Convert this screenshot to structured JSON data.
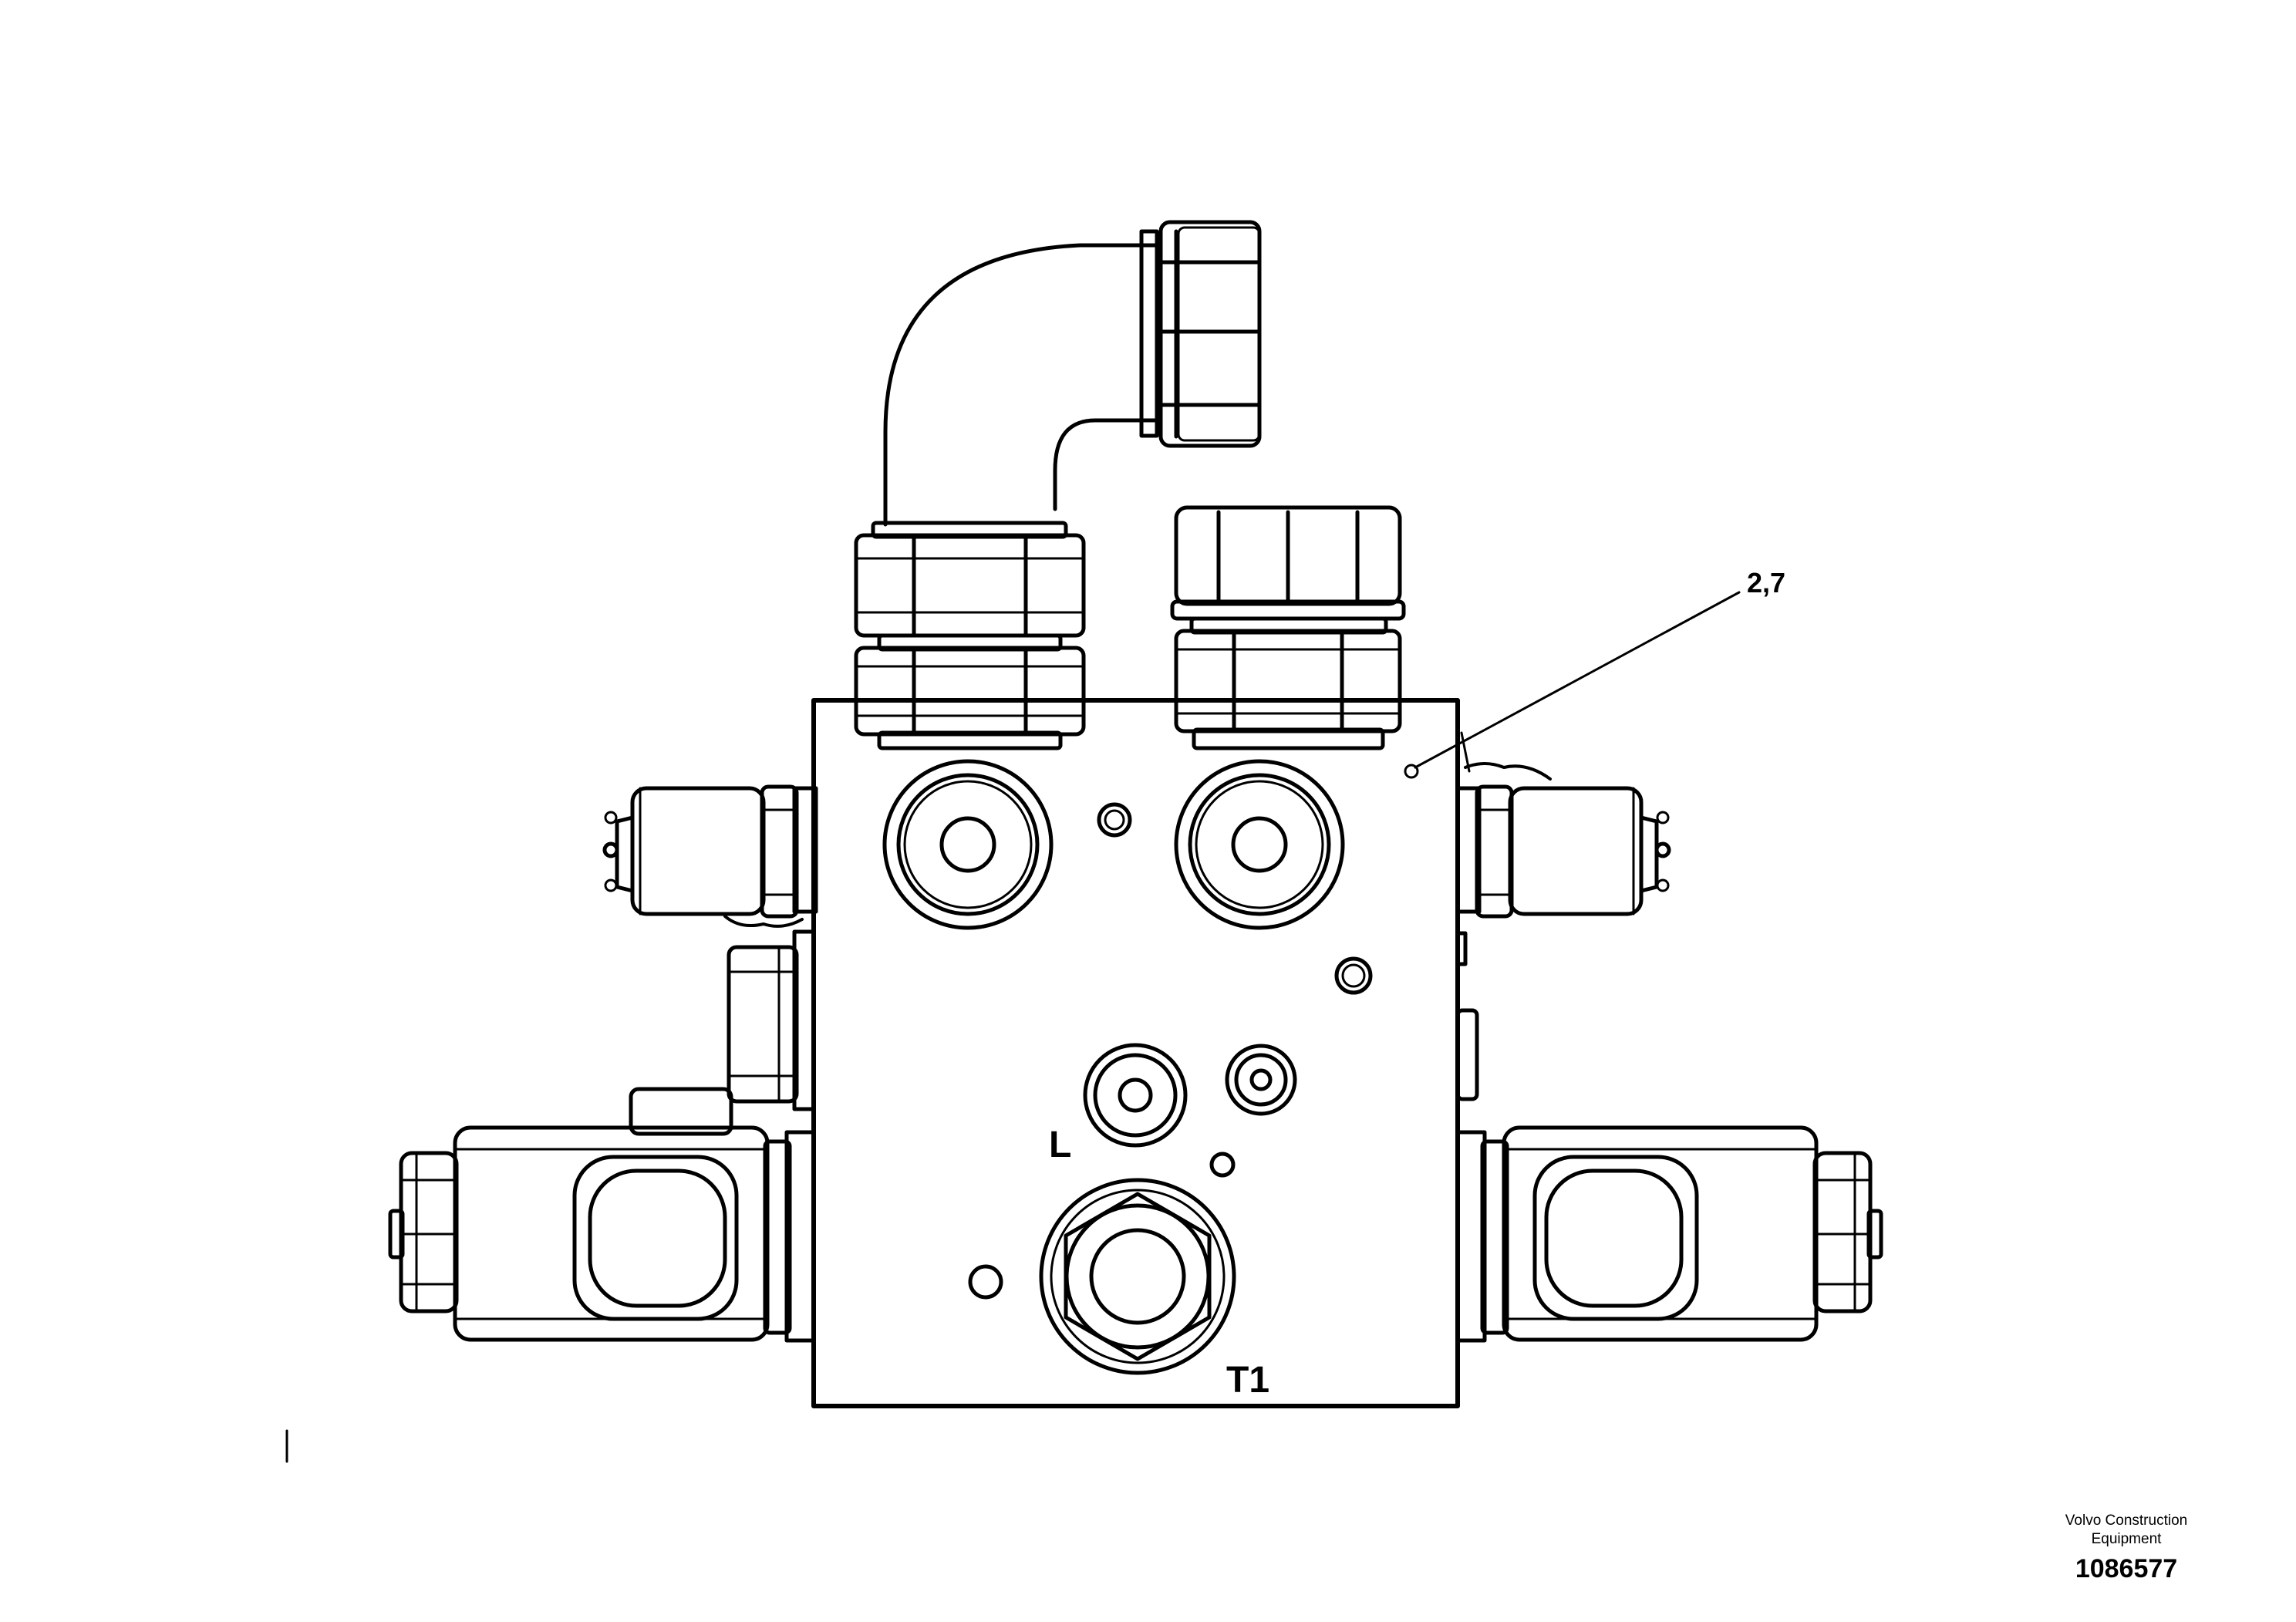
{
  "callouts": {
    "part_ref": "2,7"
  },
  "port_labels": {
    "l_port": "L",
    "t1_port": "T1"
  },
  "footer": {
    "maker_line1": "Volvo Construction",
    "maker_line2": "Equipment",
    "doc_number": "1086577"
  },
  "colors": {
    "ink": "#000000",
    "paper": "#ffffff"
  }
}
